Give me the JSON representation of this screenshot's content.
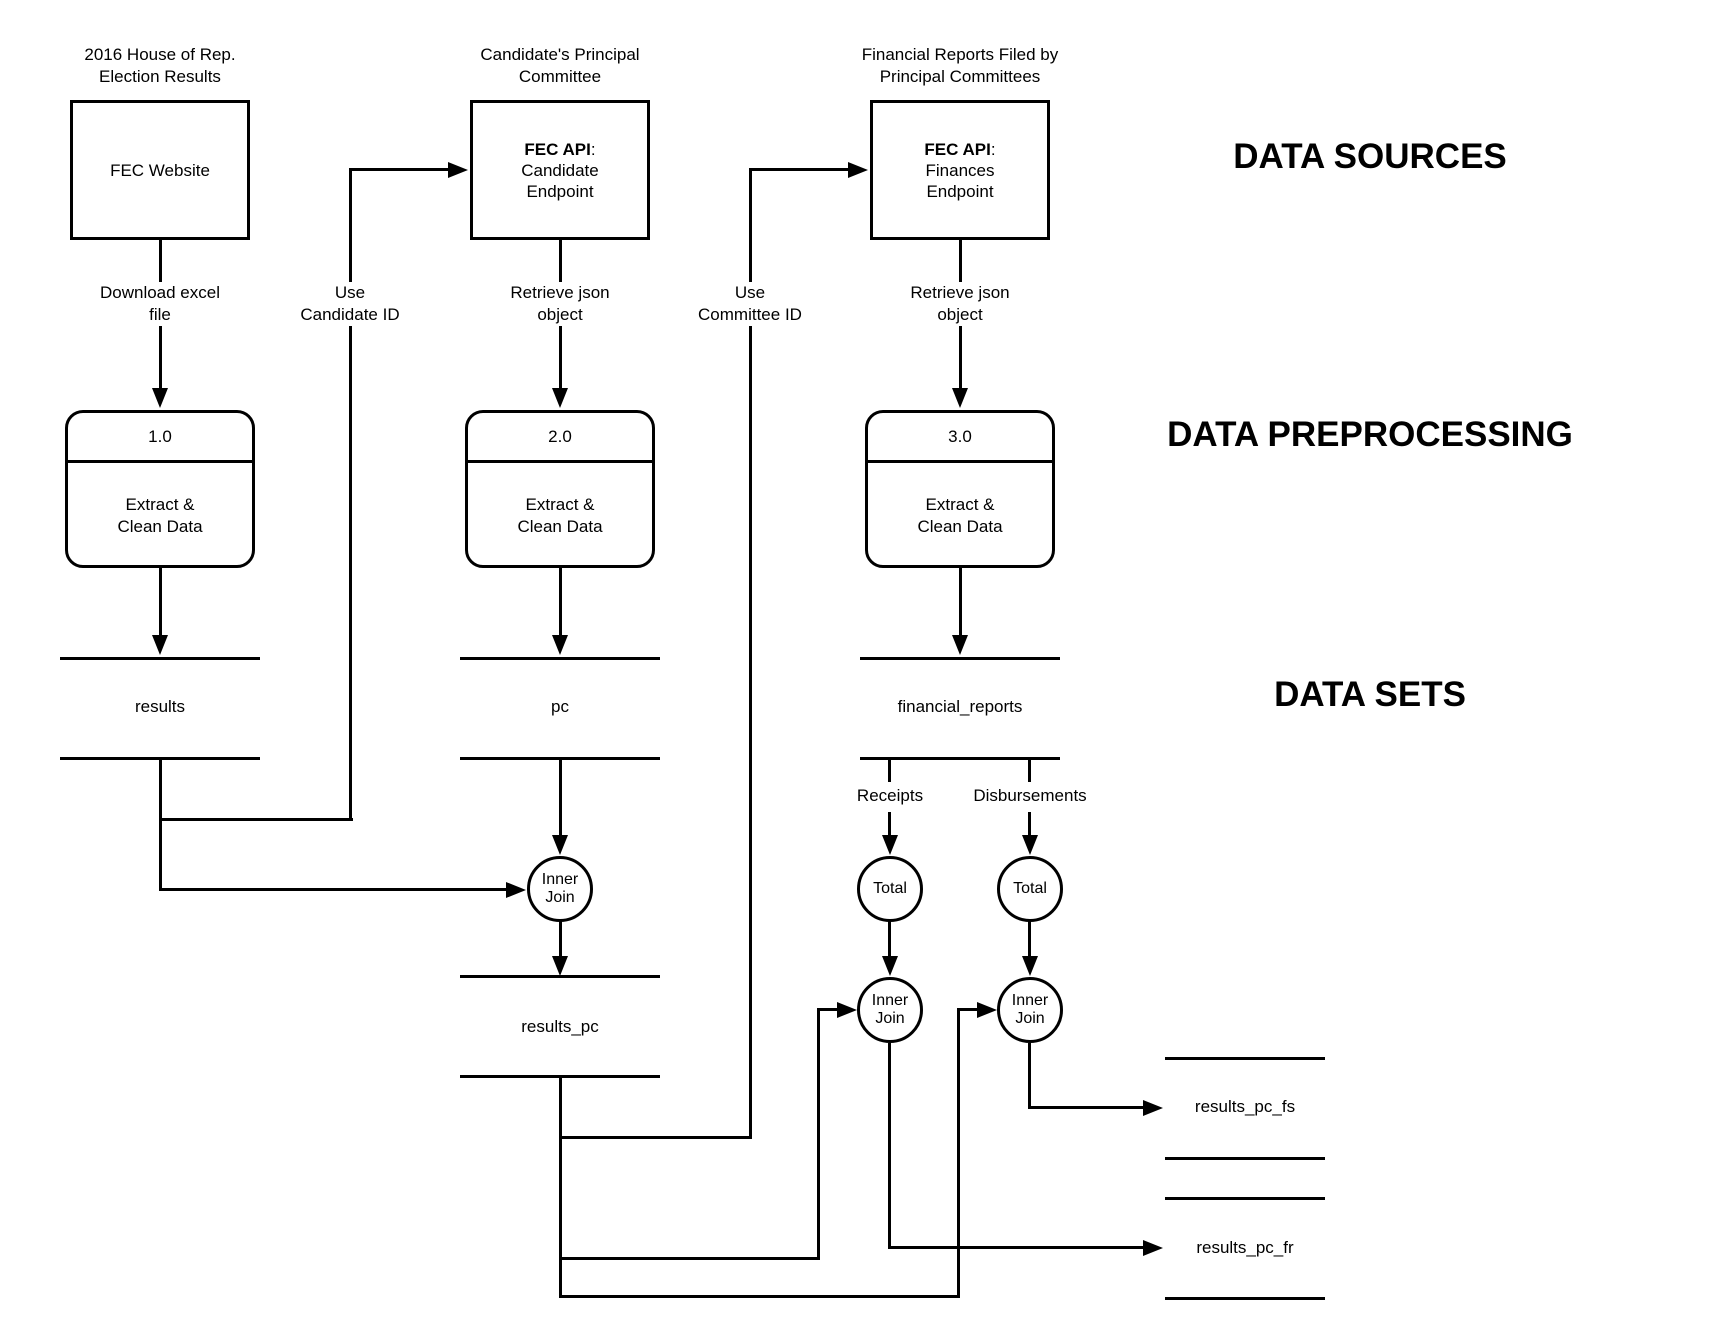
{
  "canvas": {
    "background": "#ffffff",
    "line_color": "#000000",
    "text_color": "#000000"
  },
  "section_headers": {
    "sources": "DATA SOURCES",
    "preprocessing": "DATA PREPROCESSING",
    "sets": "DATA SETS"
  },
  "sources": [
    {
      "title1": "2016 House of Rep.",
      "title2": "Election Results",
      "label": "FEC Website"
    },
    {
      "title1": "Candidate's Principal",
      "title2": "Committee",
      "api": "FEC API",
      "colon": ":",
      "line2": "Candidate",
      "line3": "Endpoint"
    },
    {
      "title1": "Financial Reports Filed by",
      "title2": "Principal Committees",
      "api": "FEC API",
      "colon": ":",
      "line2": "Finances",
      "line3": "Endpoint"
    }
  ],
  "edge_labels": {
    "download_line1": "Download excel",
    "download_line2": "file",
    "use_candidate_line1": "Use",
    "use_candidate_line2": "Candidate ID",
    "retrieve_json_line1": "Retrieve json",
    "retrieve_json_line2": "object",
    "use_committee_line1": "Use",
    "use_committee_line2": "Committee ID",
    "receipts": "Receipts",
    "disbursements": "Disbursements"
  },
  "processes": [
    {
      "number": "1.0",
      "label1": "Extract &",
      "label2": "Clean Data"
    },
    {
      "number": "2.0",
      "label1": "Extract &",
      "label2": "Clean Data"
    },
    {
      "number": "3.0",
      "label1": "Extract &",
      "label2": "Clean Data"
    }
  ],
  "datastores": {
    "results": "results",
    "pc": "pc",
    "financial_reports": "financial_reports",
    "results_pc": "results_pc",
    "results_pc_fs": "results_pc_fs",
    "results_pc_fr": "results_pc_fr"
  },
  "operators": {
    "inner_join_line1": "Inner",
    "inner_join_line2": "Join",
    "total": "Total"
  }
}
